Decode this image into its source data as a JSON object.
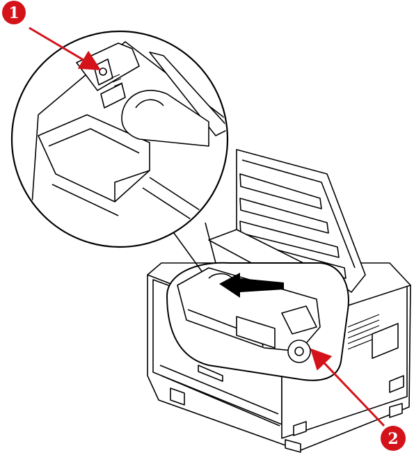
{
  "figure": {
    "colors": {
      "outline": "#000000",
      "fill": "#ffffff",
      "callout": "#d4121a",
      "callout_text": "#ffffff"
    },
    "callouts": [
      {
        "number": "1",
        "target": "toner-cartridge-lock-lever"
      },
      {
        "number": "2",
        "target": "image-drum-side-lever"
      }
    ],
    "icons": [
      "red-arrow-icon",
      "insert-direction-arrow-icon",
      "magnifier-circle-icon"
    ]
  }
}
